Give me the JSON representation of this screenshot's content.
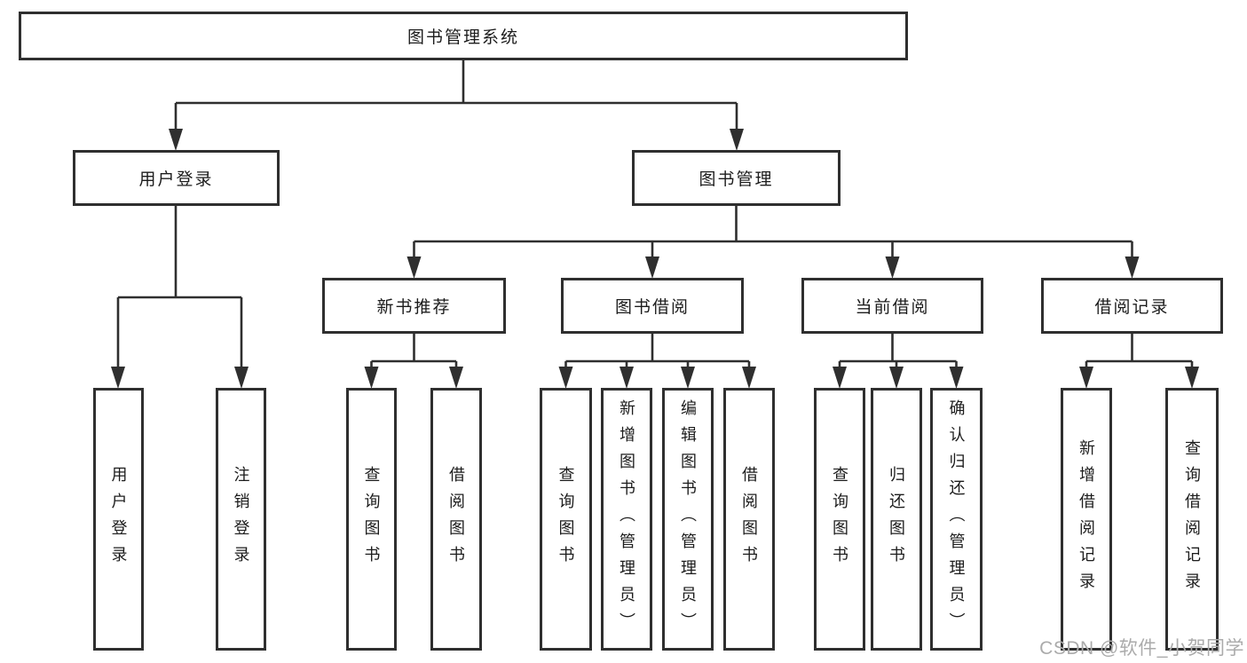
{
  "watermark": "CSDN @软件_小贺同学",
  "colors": {
    "line": "#2f2f2f",
    "text": "#1c1c1c",
    "watermark": "#ababab",
    "background": "#ffffff"
  },
  "tree": {
    "label": "图书管理系统",
    "children": [
      {
        "label": "用户登录",
        "children": [
          {
            "label": "用户登录"
          },
          {
            "label": "注销登录"
          }
        ]
      },
      {
        "label": "图书管理",
        "children": [
          {
            "label": "新书推荐",
            "children": [
              {
                "label": "查询图书"
              },
              {
                "label": "借阅图书"
              }
            ]
          },
          {
            "label": "图书借阅",
            "children": [
              {
                "label": "查询图书"
              },
              {
                "label": "新增图书（管理员）"
              },
              {
                "label": "编辑图书（管理员）"
              },
              {
                "label": "借阅图书"
              }
            ]
          },
          {
            "label": "当前借阅",
            "children": [
              {
                "label": "查询图书"
              },
              {
                "label": "归还图书"
              },
              {
                "label": "确认归还（管理员）"
              }
            ]
          },
          {
            "label": "借阅记录",
            "children": [
              {
                "label": "新增借阅记录"
              },
              {
                "label": "查询借阅记录"
              }
            ]
          }
        ]
      }
    ]
  }
}
